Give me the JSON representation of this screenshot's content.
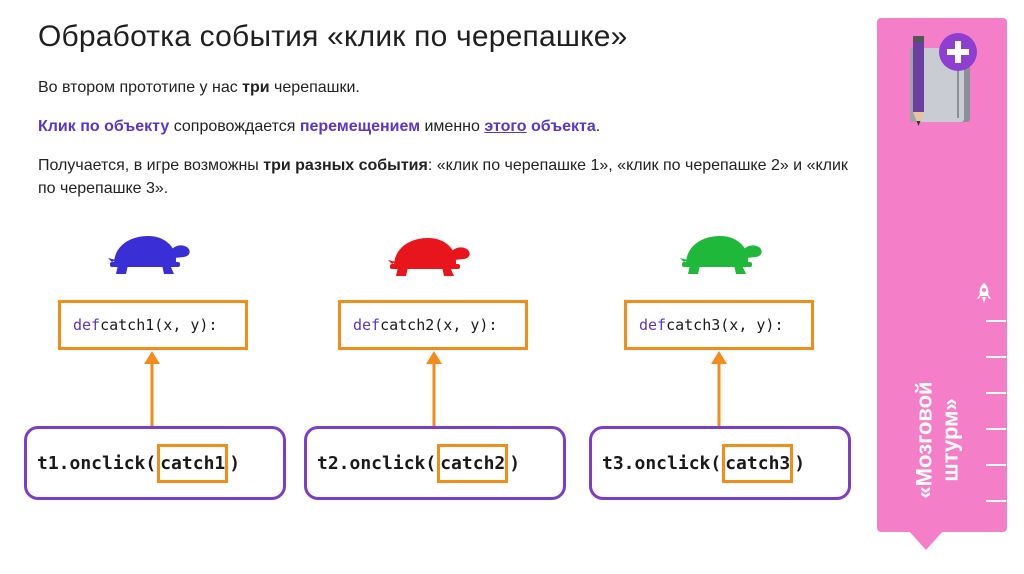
{
  "title": "Обработка события «клик по черепашке»",
  "para1": {
    "before": "Во втором прототипе у нас ",
    "bold": "три",
    "after": " черепашки."
  },
  "para2": {
    "p1": "Клик по объекту",
    "p2": " сопровождается ",
    "p3": "перемещением",
    "p4": " именно ",
    "p5": "этого",
    "p6": " ",
    "p7": "объекта",
    "p8": "."
  },
  "para3": {
    "before": "Получается, в игре возможны ",
    "bold": "три разных события",
    "after": ": «клик по черепашке 1», «клик по черепашке 2» и «клик по черепашке 3»."
  },
  "colors": {
    "turtle1": "#3a2fd6",
    "turtle2": "#e8161c",
    "turtle3": "#1fb83a",
    "orange": "#f28c1b",
    "purple": "#7b3ec8",
    "sidebar": "#f47fc8"
  },
  "handlers": [
    {
      "kw": "def",
      "sig": " catch1(x, y):",
      "obj": "t1.onclick(",
      "arg": "catch1",
      "close": ")"
    },
    {
      "kw": "def",
      "sig": " catch2(x, y):",
      "obj": "t2.onclick(",
      "arg": "catch2",
      "close": ")"
    },
    {
      "kw": "def",
      "sig": " catch3(x, y):",
      "obj": "t3.onclick(",
      "arg": "catch3",
      "close": ")"
    }
  ],
  "sidebar": {
    "label": "«Мозговой штурм»",
    "icons": [
      "notebook-pencil-icon",
      "plus-icon",
      "rocket-icon"
    ]
  }
}
